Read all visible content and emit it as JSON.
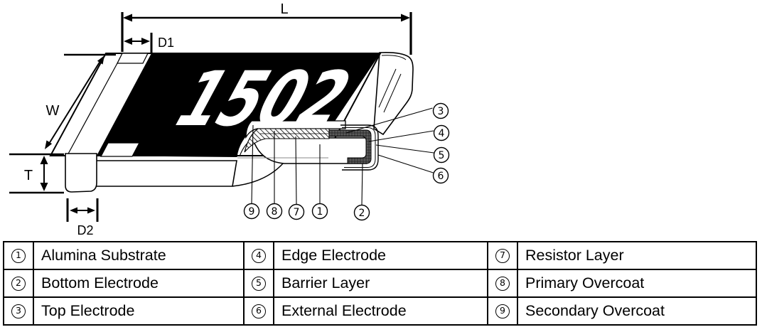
{
  "diagram": {
    "marking_text": "1502",
    "dim_labels": {
      "L": "L",
      "D1": "D1",
      "W": "W",
      "T": "T",
      "D2": "D2"
    },
    "callouts": {
      "right": [
        "3",
        "4",
        "5",
        "6"
      ],
      "bottom": [
        "9",
        "8",
        "7",
        "1",
        "2"
      ]
    },
    "colors": {
      "line": "#000000",
      "body_coating": "#000000",
      "marking": "#ffffff",
      "electrode_fill": "#454545",
      "background": "#ffffff"
    }
  },
  "legend_table": {
    "rows": [
      [
        {
          "num": "1",
          "label": "Alumina Substrate"
        },
        {
          "num": "4",
          "label": "Edge Electrode"
        },
        {
          "num": "7",
          "label": "Resistor Layer"
        }
      ],
      [
        {
          "num": "2",
          "label": "Bottom Electrode"
        },
        {
          "num": "5",
          "label": "Barrier Layer"
        },
        {
          "num": "8",
          "label": "Primary Overcoat"
        }
      ],
      [
        {
          "num": "3",
          "label": "Top Electrode"
        },
        {
          "num": "6",
          "label": "External Electrode"
        },
        {
          "num": "9",
          "label": "Secondary Overcoat"
        }
      ]
    ]
  }
}
